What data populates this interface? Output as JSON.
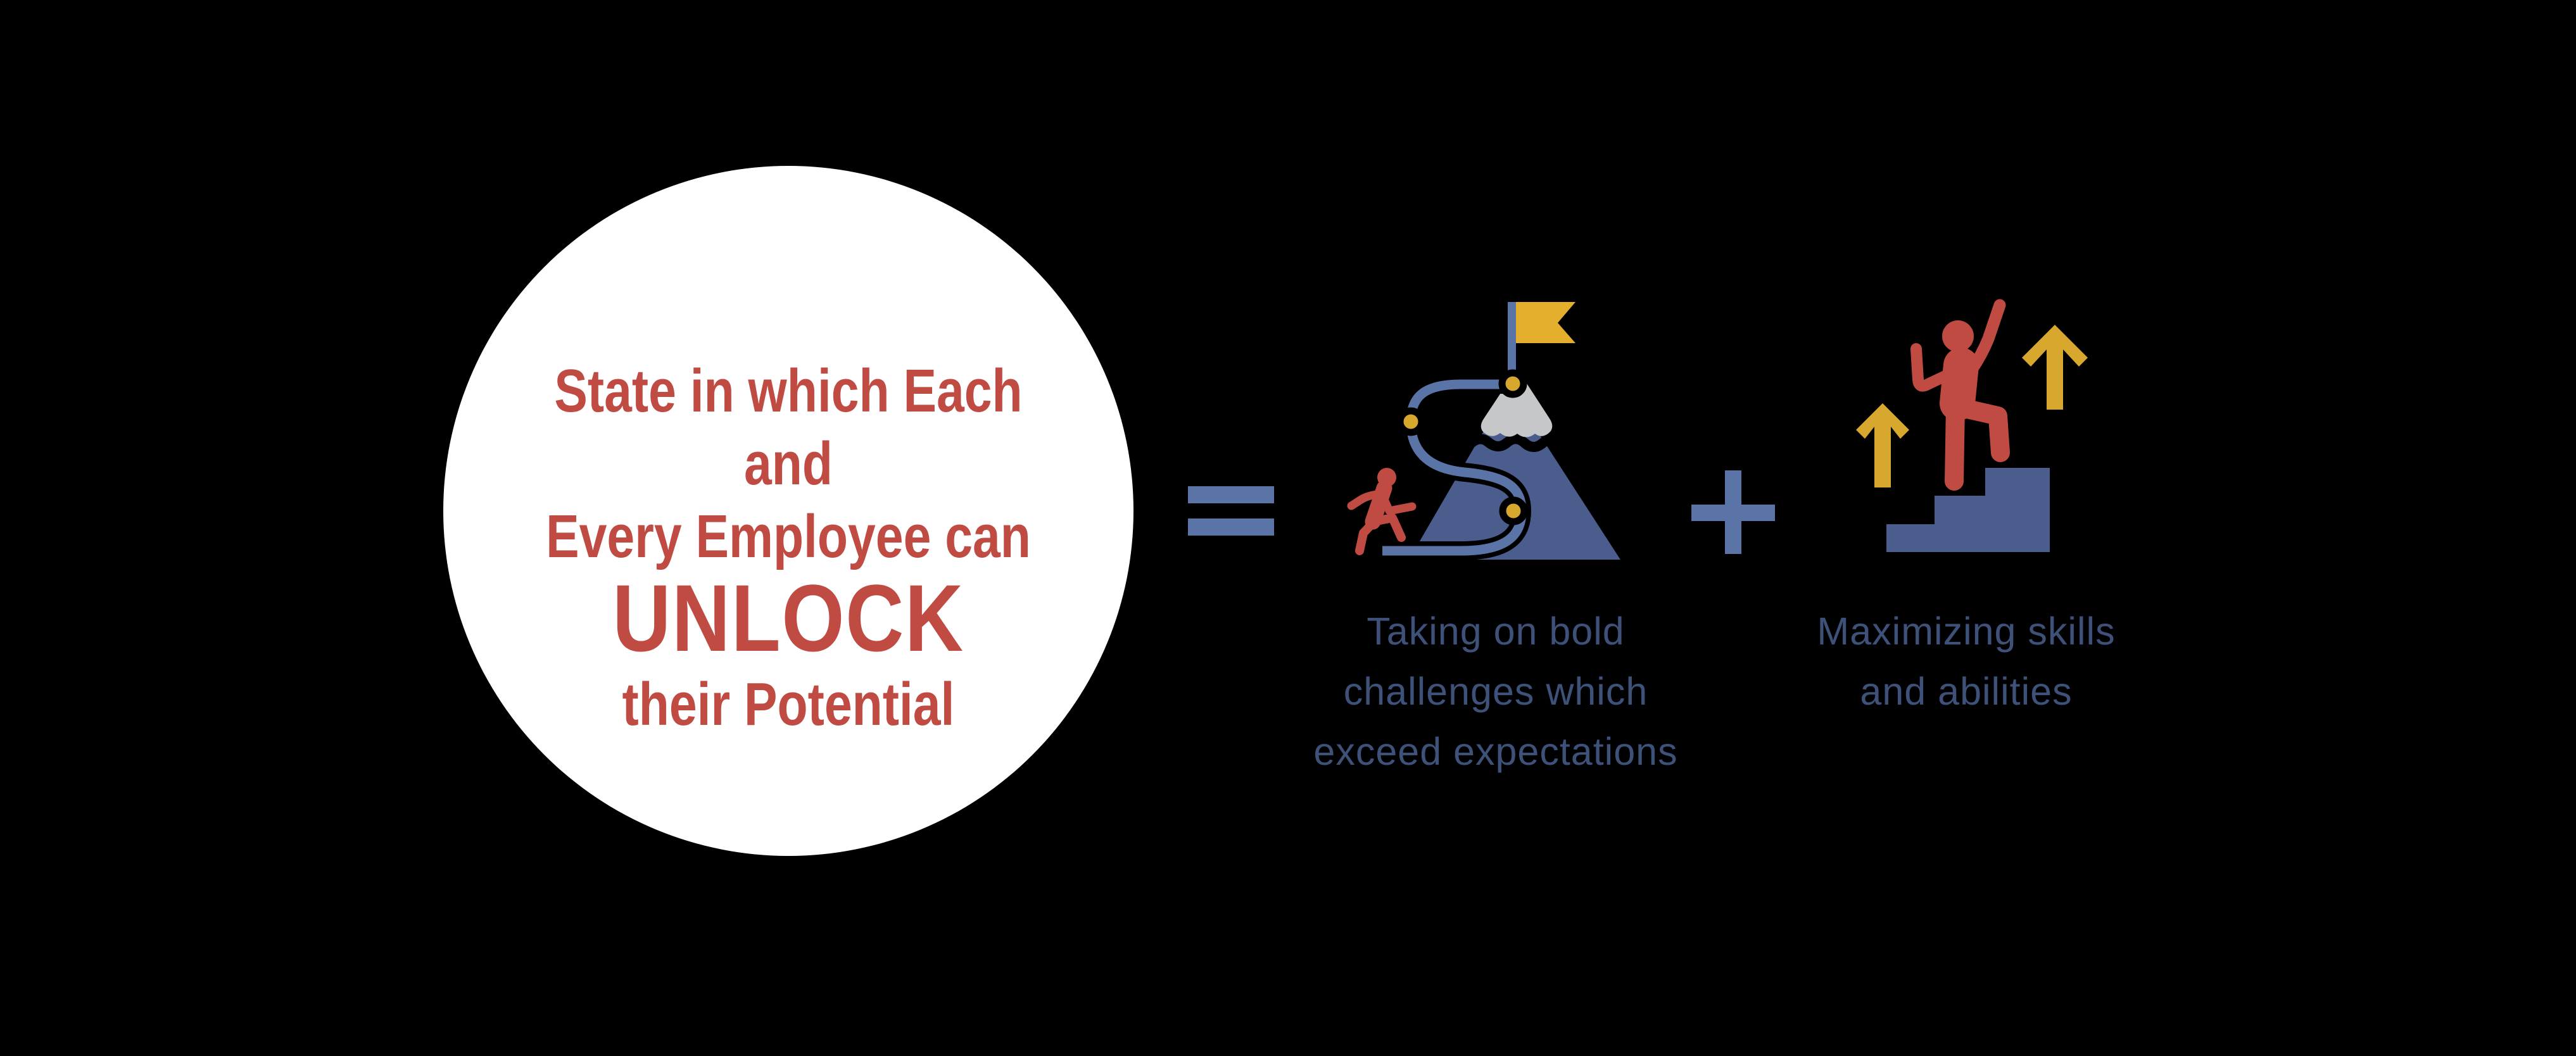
{
  "circle": {
    "line1": "State in which Each and",
    "line2": "Every Employee can",
    "line3": "UNLOCK",
    "line4": "their Potential"
  },
  "captions": {
    "challenge": {
      "line1": "Taking on bold",
      "line2": "challenges which",
      "line3": "exceed expectations"
    },
    "skills": {
      "line1": "Maximizing skills",
      "line2": "and abilities"
    }
  },
  "icons": {
    "equals": "equals-sign",
    "plus": "plus-sign",
    "mountain": "mountain-goal-path-flag-icon",
    "stairs": "person-climbing-stairs-icon"
  },
  "colors": {
    "background": "#000000",
    "circle_fill": "#ffffff",
    "headline_red": "#c04b42",
    "caption_blue": "#3e5179",
    "operator_blue": "#5b74a8",
    "shape_blue_dark": "#4a5d8c",
    "path_blue": "#5b74a8",
    "yellow": "#d8a72e",
    "flag_yellow": "#e3af2c",
    "snow_grey": "#c5c7c9"
  }
}
